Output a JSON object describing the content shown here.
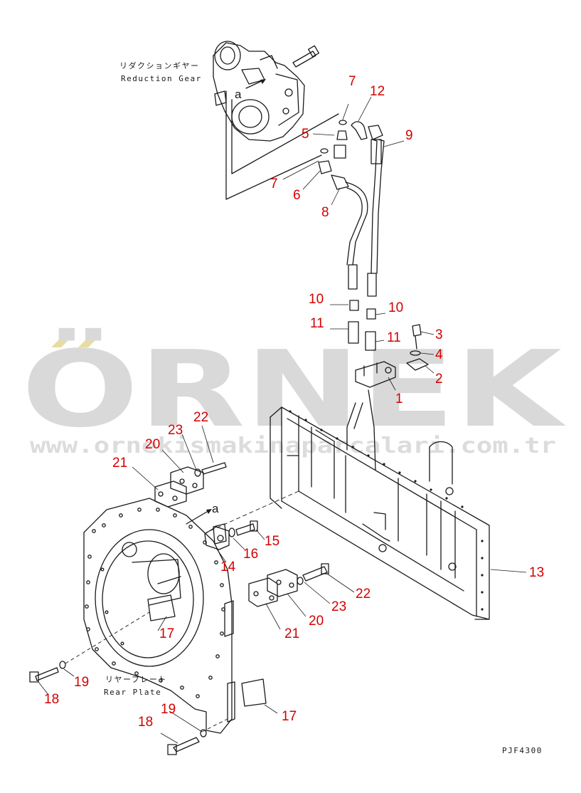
{
  "watermark": {
    "brand": "ÖRNEK",
    "url": "www.ornekismakinaparcalari.com.tr"
  },
  "labels": {
    "reduction_gear_jp": "リダクションギヤー",
    "reduction_gear_en": "Reduction Gear",
    "rear_plate_jp": "リヤープレート",
    "rear_plate_en": "Rear Plate",
    "ref_a_top": "a",
    "ref_a_bottom": "a",
    "drawing_code": "PJF4300"
  },
  "callouts": {
    "n1": "1",
    "n2": "2",
    "n3": "3",
    "n4": "4",
    "n5": "5",
    "n6": "6",
    "n7a": "7",
    "n7b": "7",
    "n8": "8",
    "n9": "9",
    "n10a": "10",
    "n10b": "10",
    "n11a": "11",
    "n11b": "11",
    "n12": "12",
    "n13": "13",
    "n14": "14",
    "n15": "15",
    "n16": "16",
    "n17a": "17",
    "n17b": "17",
    "n18a": "18",
    "n18b": "18",
    "n19a": "19",
    "n19b": "19",
    "n20a": "20",
    "n20b": "20",
    "n21a": "21",
    "n21b": "21",
    "n22a": "22",
    "n22b": "22",
    "n23a": "23",
    "n23b": "23"
  },
  "colors": {
    "callout": "#d40000",
    "ink": "#1a1a1a",
    "watermark": "#d9d9d9",
    "watermark_accent": "#e8dca0"
  }
}
